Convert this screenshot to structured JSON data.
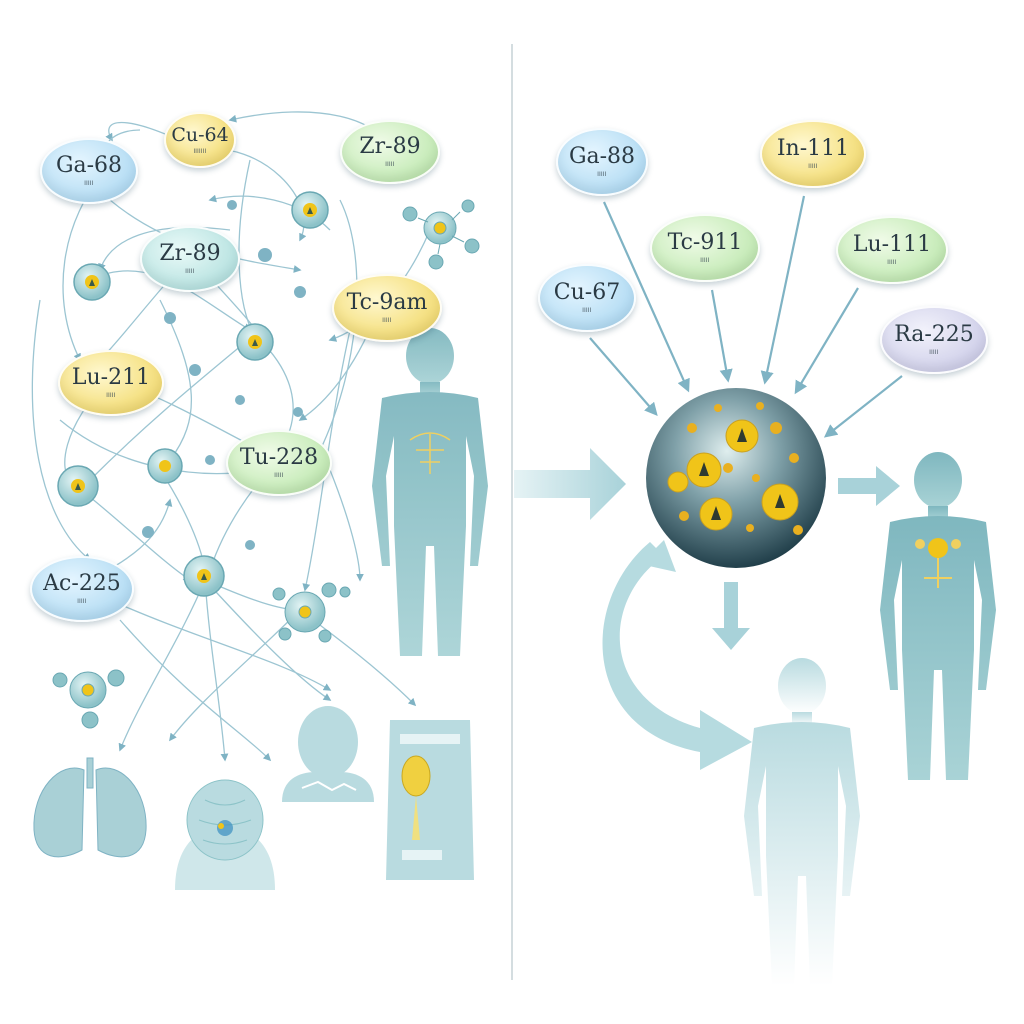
{
  "isotopes_left": [
    {
      "name": "Ga-68",
      "sub": "lllll",
      "color": "blue"
    },
    {
      "name": "Cu-64",
      "sub": "lllllll",
      "color": "yellow"
    },
    {
      "name": "Zr-89",
      "sub": "lllll",
      "color": "green"
    },
    {
      "name": "Zr-89",
      "sub": "lllll",
      "color": "teal"
    },
    {
      "name": "Tc-9am",
      "sub": "lllll",
      "color": "yellow"
    },
    {
      "name": "Lu-211",
      "sub": "lllll",
      "color": "yellow"
    },
    {
      "name": "Tu-228",
      "sub": "lllll",
      "color": "green"
    },
    {
      "name": "Ac-225",
      "sub": "lllll",
      "color": "blue"
    }
  ],
  "isotopes_right": [
    {
      "name": "Ga-88",
      "sub": "lllll",
      "color": "blue"
    },
    {
      "name": "In-111",
      "sub": "lllll",
      "color": "yellow"
    },
    {
      "name": "Tc-911",
      "sub": "lllll",
      "color": "green"
    },
    {
      "name": "Lu-111",
      "sub": "lllll",
      "color": "green"
    },
    {
      "name": "Cu-67",
      "sub": "lllll",
      "color": "blue"
    },
    {
      "name": "Ra-225",
      "sub": "lllll",
      "color": "lavender"
    }
  ],
  "colors": {
    "arrow": "#7fb3c4",
    "body": "#8cc3c8",
    "sphere_dark": "#33505c",
    "radiation_yellow": "#f0c419"
  },
  "icons": [
    "molecule-icon",
    "radiation-icon",
    "human-body-icon",
    "lungs-icon",
    "brain-icon",
    "head-icon",
    "organ-scan-icon"
  ]
}
